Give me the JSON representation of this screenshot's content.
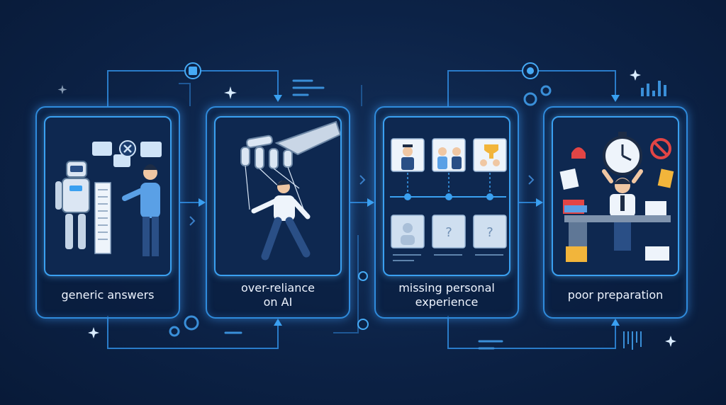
{
  "steps": [
    {
      "label": "generic answers",
      "icon": "robot-reading-scroll-icon"
    },
    {
      "label": "over-reliance\non AI",
      "icon": "robot-hand-puppet-icon"
    },
    {
      "label": "missing personal\nexperience",
      "icon": "experience-timeline-icon"
    },
    {
      "label": "poor preparation",
      "icon": "stressed-person-desk-icon"
    }
  ],
  "colors": {
    "background": "#0c2246",
    "glow": "#3aa0f0",
    "accent_red": "#e24545",
    "accent_yellow": "#f2b53b"
  }
}
